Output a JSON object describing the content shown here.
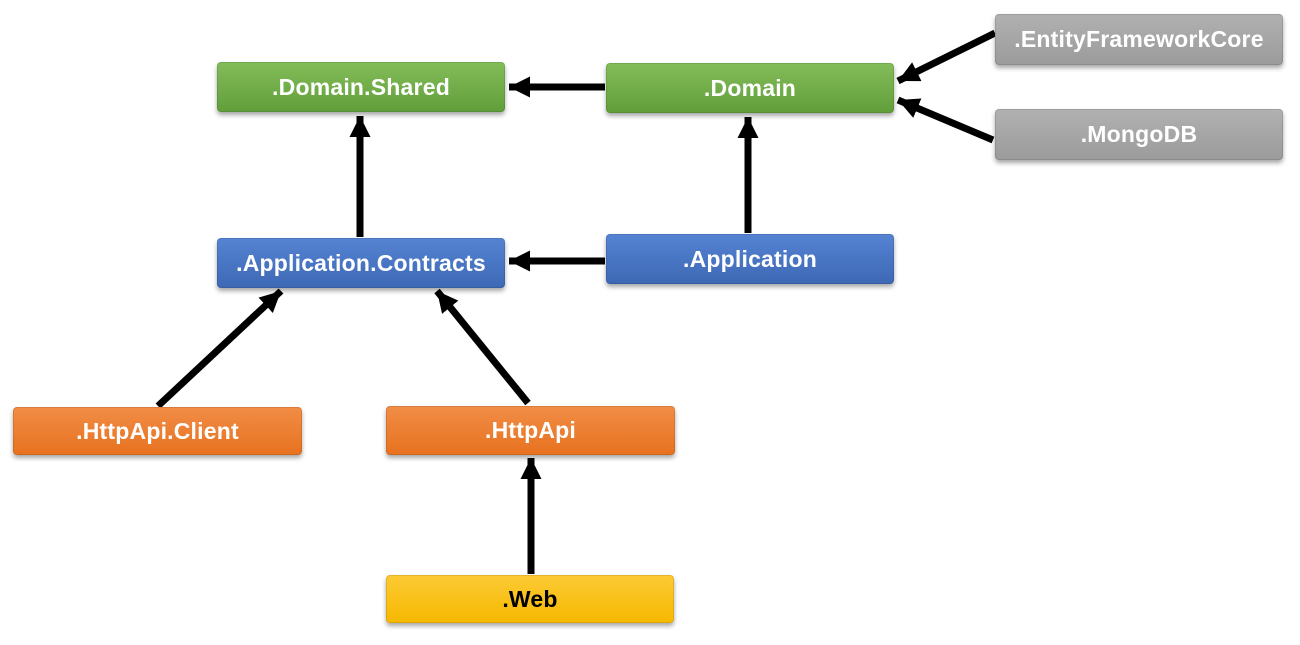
{
  "diagram": {
    "background_color": "#ffffff",
    "arrow_color": "#000000",
    "nodes": [
      {
        "id": "domain-shared",
        "label": ".Domain.Shared",
        "color": "#70ad47",
        "text_color": "#ffffff"
      },
      {
        "id": "domain",
        "label": ".Domain",
        "color": "#70ad47",
        "text_color": "#ffffff"
      },
      {
        "id": "entity-framework-core",
        "label": ".EntityFrameworkCore",
        "color": "#a5a5a5",
        "text_color": "#ffffff"
      },
      {
        "id": "mongodb",
        "label": ".MongoDB",
        "color": "#a5a5a5",
        "text_color": "#ffffff"
      },
      {
        "id": "application-contracts",
        "label": ".Application.Contracts",
        "color": "#4472c4",
        "text_color": "#ffffff"
      },
      {
        "id": "application",
        "label": ".Application",
        "color": "#4472c4",
        "text_color": "#ffffff"
      },
      {
        "id": "httpapi-client",
        "label": ".HttpApi.Client",
        "color": "#ed7d31",
        "text_color": "#ffffff"
      },
      {
        "id": "httpapi",
        "label": ".HttpApi",
        "color": "#ed7d31",
        "text_color": "#ffffff"
      },
      {
        "id": "web",
        "label": ".Web",
        "color": "#ffc000",
        "text_color": "#000000"
      }
    ],
    "edges": [
      {
        "from": ".Domain",
        "to": ".Domain.Shared"
      },
      {
        "from": ".EntityFrameworkCore",
        "to": ".Domain"
      },
      {
        "from": ".MongoDB",
        "to": ".Domain"
      },
      {
        "from": ".Application.Contracts",
        "to": ".Domain.Shared"
      },
      {
        "from": ".Application",
        "to": ".Domain"
      },
      {
        "from": ".Application",
        "to": ".Application.Contracts"
      },
      {
        "from": ".HttpApi.Client",
        "to": ".Application.Contracts"
      },
      {
        "from": ".HttpApi",
        "to": ".Application.Contracts"
      },
      {
        "from": ".Web",
        "to": ".HttpApi"
      }
    ]
  }
}
